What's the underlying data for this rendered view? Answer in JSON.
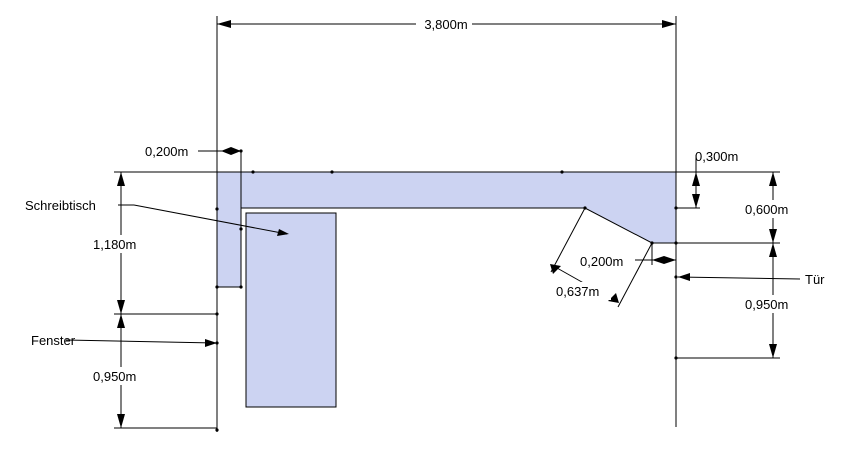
{
  "dimensions": {
    "total_width": "3,800m",
    "window_offset": "0,200m",
    "right_offset": "0,300m",
    "right_depth": "0,600m",
    "bottom_gap": "0,200m",
    "diagonal": "0,637m",
    "left_height": "1,180m",
    "window_height": "0,950m",
    "door_width": "0,950m"
  },
  "labels": {
    "desk": "Schreibtisch",
    "window": "Fenster",
    "door": "Tür"
  },
  "colors": {
    "fill": "#CCD3F2",
    "line": "#000000"
  }
}
